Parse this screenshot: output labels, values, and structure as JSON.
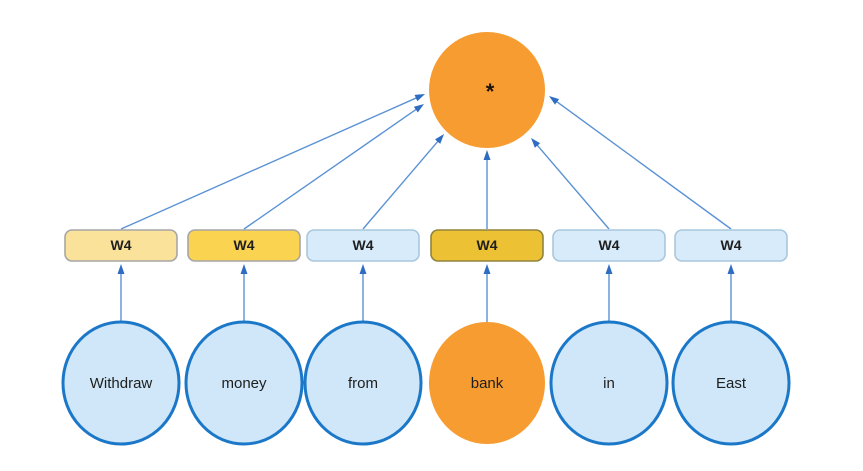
{
  "diagram": {
    "description": "self-attention aggregation diagram: six word nodes feed W4 weight boxes which all point to a single output node",
    "output_node": {
      "label": "*",
      "fill": "#F79C31"
    },
    "weight_row": [
      {
        "label": "W4",
        "fill": "#FBE29B",
        "stroke": "#A6A6A6"
      },
      {
        "label": "W4",
        "fill": "#FAD350",
        "stroke": "#A6A6A6"
      },
      {
        "label": "W4",
        "fill": "#D7EBFA",
        "stroke": "#A9C7DD"
      },
      {
        "label": "W4",
        "fill": "#ECC134",
        "stroke": "#8F843F"
      },
      {
        "label": "W4",
        "fill": "#D7EBFA",
        "stroke": "#A9C7DD"
      },
      {
        "label": "W4",
        "fill": "#D7EBFA",
        "stroke": "#A9C7DD"
      }
    ],
    "word_row": [
      {
        "label": "Withdraw",
        "fill": "#CFE7F8",
        "stroke": "#1B77C8"
      },
      {
        "label": "money",
        "fill": "#CFE7F8",
        "stroke": "#1B77C8"
      },
      {
        "label": "from",
        "fill": "#CFE7F8",
        "stroke": "#1B77C8"
      },
      {
        "label": "bank",
        "fill": "#F79C31",
        "stroke": "none"
      },
      {
        "label": "in",
        "fill": "#CFE7F8",
        "stroke": "#1B77C8"
      },
      {
        "label": "East",
        "fill": "#CFE7F8",
        "stroke": "#1B77C8"
      }
    ],
    "arrow_color": "#5B92D4",
    "arrowhead_color": "#2E6DC1",
    "background": "#FFFFFF"
  }
}
